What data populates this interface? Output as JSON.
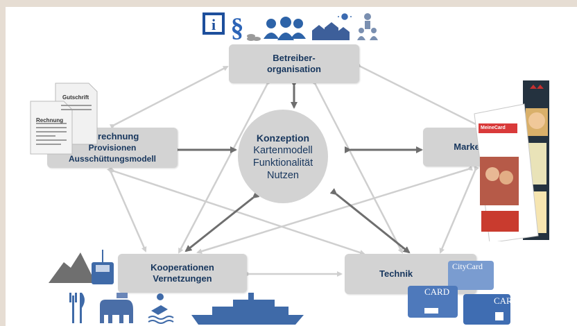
{
  "center": {
    "title": "Konzeption",
    "lines": [
      "Kartenmodell",
      "Funktionalität",
      "Nutzen"
    ]
  },
  "boxes": {
    "betreiber": {
      "line1": "Betreiber-",
      "line2": "organisation"
    },
    "abrechnung": {
      "line1": "Abrechnung",
      "line2": "Provisionen",
      "line3": "Ausschüttungsmodell"
    },
    "marketing": {
      "line1": "Marketing"
    },
    "kooperationen": {
      "line1": "Kooperationen",
      "line2": "Vernetzungen"
    },
    "technik": {
      "line1": "Technik"
    }
  },
  "documents": {
    "back_label": "Gutschrift",
    "front_label": "Rechnung"
  },
  "top_icons": {
    "info_letter": "i",
    "paragraph": "§"
  },
  "cards": {
    "city_card": "CityCard",
    "card_a": "CARD",
    "card_b": "CARD"
  },
  "brochure": {
    "label": "MeineCard"
  },
  "colors": {
    "box_fill": "#d3d3d3",
    "box_text": "#17365d",
    "thin_arrow": "#cfcfcf",
    "thick_arrow": "#6e6e6e",
    "icon_blue": "#3a5f9a"
  }
}
